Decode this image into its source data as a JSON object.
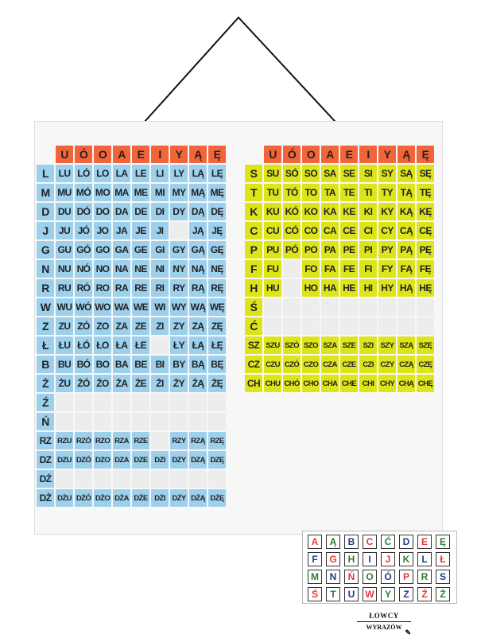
{
  "hanger": {
    "cord_color": "#111111"
  },
  "colors": {
    "blue": "#9cd0ec",
    "yellow": "#dde51a",
    "orange": "#f2643a",
    "empty": "#ededed",
    "alphabet_text": [
      "#e53935",
      "#2e7d32",
      "#1e3a8a"
    ]
  },
  "left_panel": {
    "header": [
      "U",
      "Ó",
      "O",
      "A",
      "E",
      "I",
      "Y",
      "Ą",
      "Ę"
    ],
    "rows": [
      [
        "L",
        "LU",
        "LÓ",
        "LO",
        "LA",
        "LE",
        "LI",
        "LY",
        "LĄ",
        "LĘ"
      ],
      [
        "M",
        "MU",
        "MÓ",
        "MO",
        "MA",
        "ME",
        "MI",
        "MY",
        "MĄ",
        "MĘ"
      ],
      [
        "D",
        "DU",
        "DÓ",
        "DO",
        "DA",
        "DE",
        "DI",
        "DY",
        "DĄ",
        "DĘ"
      ],
      [
        "J",
        "JU",
        "JÓ",
        "JO",
        "JA",
        "JE",
        "JI",
        "",
        "JĄ",
        "JĘ"
      ],
      [
        "G",
        "GU",
        "GÓ",
        "GO",
        "GA",
        "GE",
        "GI",
        "GY",
        "GĄ",
        "GĘ"
      ],
      [
        "N",
        "NU",
        "NÓ",
        "NO",
        "NA",
        "NE",
        "NI",
        "NY",
        "NĄ",
        "NĘ"
      ],
      [
        "R",
        "RU",
        "RÓ",
        "RO",
        "RA",
        "RE",
        "RI",
        "RY",
        "RĄ",
        "RĘ"
      ],
      [
        "W",
        "WU",
        "WÓ",
        "WO",
        "WA",
        "WE",
        "WI",
        "WY",
        "WĄ",
        "WĘ"
      ],
      [
        "Z",
        "ZU",
        "ZÓ",
        "ZO",
        "ZA",
        "ZE",
        "ZI",
        "ZY",
        "ZĄ",
        "ZĘ"
      ],
      [
        "Ł",
        "ŁU",
        "ŁÓ",
        "ŁO",
        "ŁA",
        "ŁE",
        "",
        "ŁY",
        "ŁĄ",
        "ŁĘ"
      ],
      [
        "B",
        "BU",
        "BÓ",
        "BO",
        "BA",
        "BE",
        "BI",
        "BY",
        "BĄ",
        "BĘ"
      ],
      [
        "Ż",
        "ŻU",
        "ŻÓ",
        "ŻO",
        "ŻA",
        "ŻE",
        "ŻI",
        "ŻY",
        "ŻĄ",
        "ŻĘ"
      ],
      [
        "Ź",
        "",
        "",
        "",
        "",
        "",
        "",
        "",
        "",
        ""
      ],
      [
        "Ń",
        "",
        "",
        "",
        "",
        "",
        "",
        "",
        "",
        ""
      ],
      [
        "RZ",
        "RZU",
        "RZÓ",
        "RZO",
        "RZA",
        "RZE",
        "",
        "RZY",
        "RZĄ",
        "RZĘ"
      ],
      [
        "DZ",
        "DZU",
        "DZÓ",
        "DZO",
        "DZA",
        "DZE",
        "DZI",
        "DZY",
        "DZĄ",
        "DZĘ"
      ],
      [
        "DŹ",
        "",
        "",
        "",
        "",
        "",
        "",
        "",
        "",
        ""
      ],
      [
        "DŻ",
        "DŻU",
        "DŻÓ",
        "DŻO",
        "DŻA",
        "DŻE",
        "DŻI",
        "DŻY",
        "DŻĄ",
        "DŻĘ"
      ]
    ]
  },
  "right_panel": {
    "header": [
      "U",
      "Ó",
      "O",
      "A",
      "E",
      "I",
      "Y",
      "Ą",
      "Ę"
    ],
    "rows": [
      [
        "S",
        "SU",
        "SÓ",
        "SO",
        "SA",
        "SE",
        "SI",
        "SY",
        "SĄ",
        "SĘ"
      ],
      [
        "T",
        "TU",
        "TÓ",
        "TO",
        "TA",
        "TE",
        "TI",
        "TY",
        "TĄ",
        "TĘ"
      ],
      [
        "K",
        "KU",
        "KÓ",
        "KO",
        "KA",
        "KE",
        "KI",
        "KY",
        "KĄ",
        "KĘ"
      ],
      [
        "C",
        "CU",
        "CÓ",
        "CO",
        "CA",
        "CE",
        "CI",
        "CY",
        "CĄ",
        "CĘ"
      ],
      [
        "P",
        "PU",
        "PÓ",
        "PO",
        "PA",
        "PE",
        "PI",
        "PY",
        "PĄ",
        "PĘ"
      ],
      [
        "F",
        "FU",
        "",
        "FO",
        "FA",
        "FE",
        "FI",
        "FY",
        "FĄ",
        "FĘ"
      ],
      [
        "H",
        "HU",
        "",
        "HO",
        "HA",
        "HE",
        "HI",
        "HY",
        "HĄ",
        "HĘ"
      ],
      [
        "Ś",
        "",
        "",
        "",
        "",
        "",
        "",
        "",
        "",
        ""
      ],
      [
        "Ć",
        "",
        "",
        "",
        "",
        "",
        "",
        "",
        "",
        ""
      ],
      [
        "SZ",
        "SZU",
        "SZÓ",
        "SZO",
        "SZA",
        "SZE",
        "SZI",
        "SZY",
        "SZĄ",
        "SZĘ"
      ],
      [
        "CZ",
        "CZU",
        "CZÓ",
        "CZO",
        "CZA",
        "CZE",
        "CZI",
        "CZY",
        "CZĄ",
        "CZĘ"
      ],
      [
        "CH",
        "CHU",
        "CHÓ",
        "CHO",
        "CHA",
        "CHE",
        "CHI",
        "CHY",
        "CHĄ",
        "CHĘ"
      ]
    ]
  },
  "alphabet": {
    "rows": [
      [
        "A",
        "Ą",
        "B",
        "C",
        "Ć",
        "D",
        "E",
        "Ę"
      ],
      [
        "F",
        "G",
        "H",
        "I",
        "J",
        "K",
        "L",
        "Ł"
      ],
      [
        "M",
        "N",
        "Ń",
        "O",
        "Ó",
        "P",
        "R",
        "S"
      ],
      [
        "Ś",
        "T",
        "U",
        "W",
        "Y",
        "Z",
        "Ź",
        "Ż"
      ]
    ]
  },
  "logo": {
    "line1": "ŁOWCY",
    "line2": "WYRAZÓW"
  }
}
